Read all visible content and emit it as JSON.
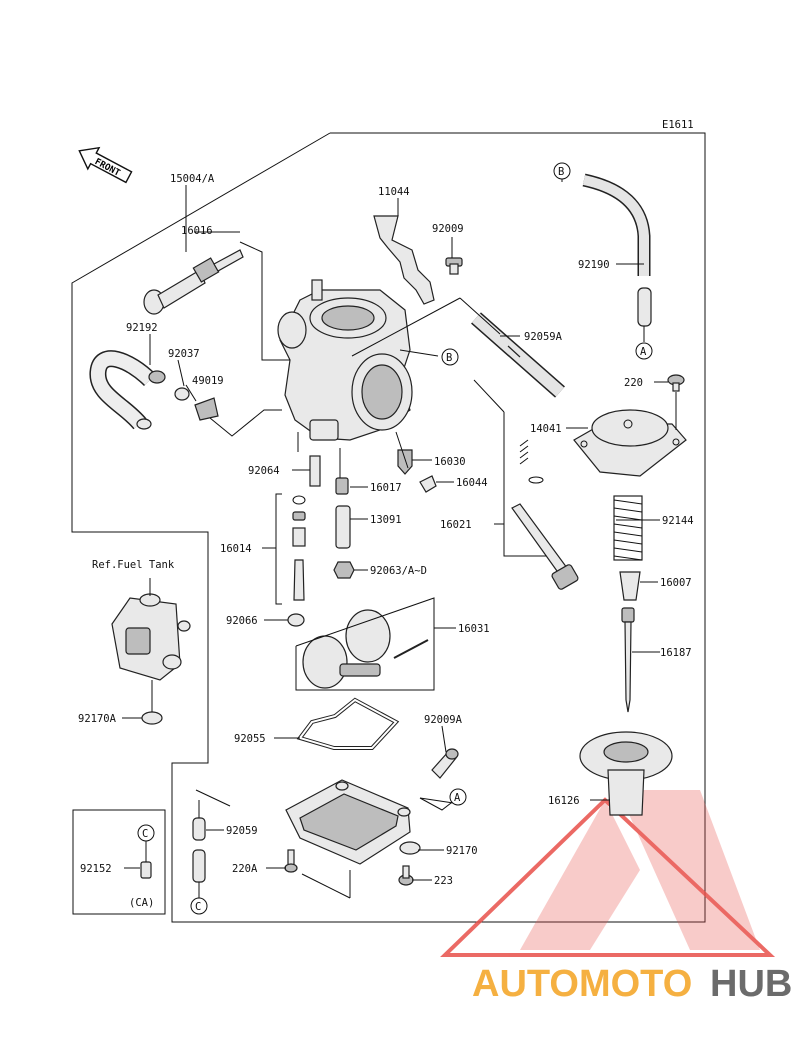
{
  "diagram_id": "E1611",
  "front_label": "FRONT",
  "ref_note": "Ref.Fuel Tank",
  "ca_note": "(CA)",
  "callout_letters": [
    "A",
    "B",
    "C"
  ],
  "parts": {
    "p15004A": "15004/A",
    "p16016": "16016",
    "p92192": "92192",
    "p92037": "92037",
    "p49019": "49019",
    "p11044": "11044",
    "p92009": "92009",
    "p92059A": "92059A",
    "p92190": "92190",
    "p220": "220",
    "p14041": "14041",
    "p16030": "16030",
    "p16044": "16044",
    "p16021": "16021",
    "p92064": "92064",
    "p16017": "16017",
    "p13091": "13091",
    "p16014": "16014",
    "p92063": "92063/A~D",
    "p92144": "92144",
    "p16007": "16007",
    "p92066": "92066",
    "p16031": "16031",
    "p16187": "16187",
    "p92170A": "92170A",
    "p92055": "92055",
    "p92009A": "92009A",
    "p16126": "16126",
    "p92059": "92059",
    "p92152": "92152",
    "p92170": "92170",
    "p220A": "220A",
    "p223": "223"
  },
  "watermark": {
    "part1": "AUTOMOTO",
    "part2": "HUB"
  },
  "colors": {
    "watermark_red": "#e8504a",
    "watermark_orange": "#f5b041",
    "watermark_gray": "#6b6b6b"
  }
}
